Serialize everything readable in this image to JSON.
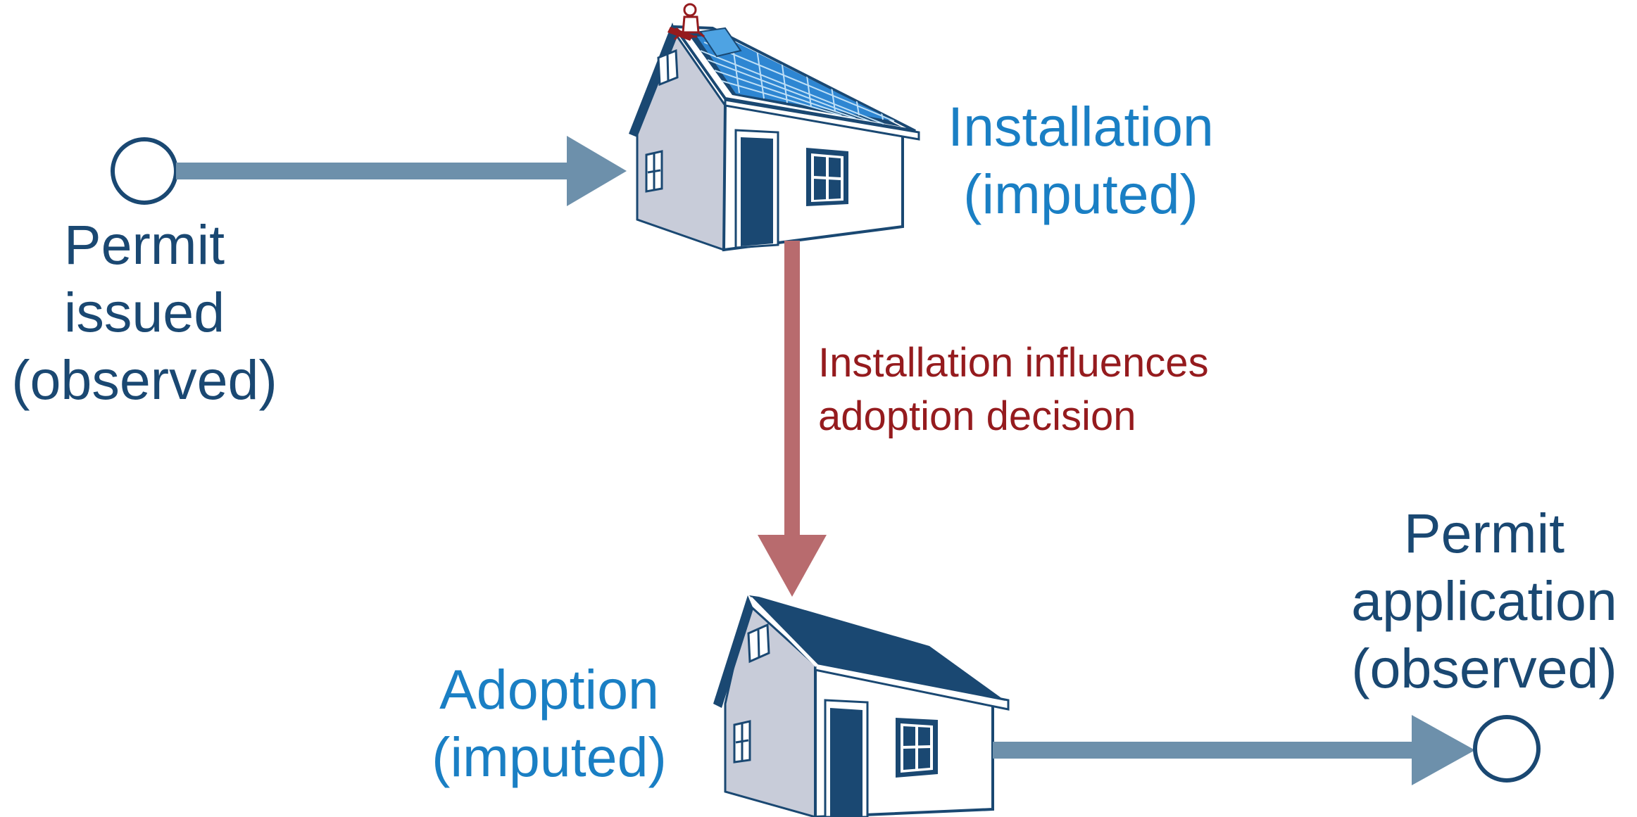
{
  "labels": {
    "permit_issued": [
      "Permit",
      "issued",
      "(observed)"
    ],
    "installation": [
      "Installation",
      "(imputed)"
    ],
    "influence": [
      "Installation influences",
      "adoption decision"
    ],
    "adoption": [
      "Adoption",
      "(imputed)"
    ],
    "permit_application": [
      "Permit",
      "application",
      "(observed)"
    ]
  },
  "colors": {
    "dark_blue": "#1a4872",
    "light_blue": "#1a7fc4",
    "red_text": "#951b1e",
    "slate_arrow": "#6d90ab",
    "red_arrow": "#b86b6e",
    "house_wall_side": "#c8ccd9",
    "house_roof": "#1a4872",
    "solar_panel": "#2e86d2"
  },
  "icons": {
    "start_node": "circle-node-icon",
    "end_node": "circle-node-icon",
    "house_with_solar": "house-solar-icon",
    "house_plain": "house-icon",
    "installer": "installer-person-icon"
  }
}
